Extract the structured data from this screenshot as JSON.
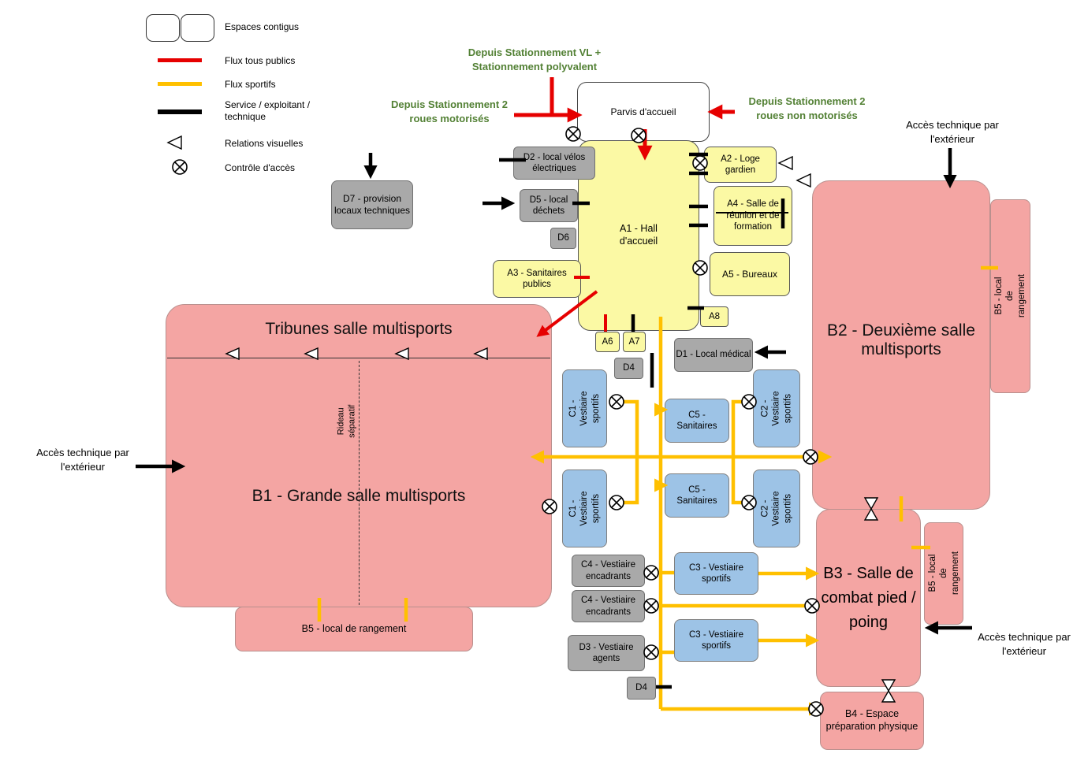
{
  "colors": {
    "flux_tous_publics": "#E60000",
    "flux_sportifs": "#FFC000",
    "service_technique": "#000000",
    "espaces_accueil": "#FBF9A4",
    "espaces_sportifs": "#F4A5A3",
    "espaces_vestiaires": "#9DC3E6",
    "espaces_service": "#A9A9A9",
    "annotation_verte": "#538135"
  },
  "legend": {
    "espaces_contigus": "Espaces contigus",
    "flux_tous_publics": "Flux tous publics",
    "flux_sportifs": "Flux sportifs",
    "service": "Service / exploitant / technique",
    "relations_visuelles": "Relations visuelles",
    "controle_acces": "Contrôle d'accès"
  },
  "annotations": {
    "depuis_stationnement_vl": "Depuis Stationnement VL + Stationnement polyvalent",
    "depuis_stationnement_motorises": "Depuis Stationnement 2 roues motorisés",
    "depuis_stationnement_non_motorises": "Depuis Stationnement 2 roues non motorisés",
    "acces_technique_haut_droite": "Accès technique par l'extérieur",
    "acces_technique_gauche": "Accès technique par l'extérieur",
    "acces_technique_bas_droite": "Accès technique par l'extérieur"
  },
  "nodes": {
    "parvis": {
      "label": "Parvis d'accueil"
    },
    "a1": {
      "label": "A1 - Hall d'accueil"
    },
    "a2": {
      "label": "A2 - Loge gardien"
    },
    "a3": {
      "label": "A3 - Sanitaires publics"
    },
    "a4": {
      "label": "A4 - Salle de réunion et de formation"
    },
    "a5": {
      "label": "A5 - Bureaux"
    },
    "a6": {
      "label": "A6"
    },
    "a7": {
      "label": "A7"
    },
    "a8": {
      "label": "A8"
    },
    "d1": {
      "label": "D1 - Local médical"
    },
    "d2": {
      "label": "D2 - local vélos électriques"
    },
    "d3": {
      "label": "D3 - Vestiaire agents"
    },
    "d4_haut": {
      "label": "D4"
    },
    "d4_bas": {
      "label": "D4"
    },
    "d5": {
      "label": "D5 - local déchets"
    },
    "d6": {
      "label": "D6"
    },
    "d7": {
      "label": "D7 - provision locaux techniques"
    },
    "tribunes": {
      "label": "Tribunes salle multisports"
    },
    "rideau": {
      "label": "Rideau séparatif"
    },
    "b1": {
      "label": "B1 - Grande salle multisports"
    },
    "b2": {
      "label": "B2 - Deuxième salle multisports"
    },
    "b3": {
      "label": "B3 - Salle de combat pied / poing"
    },
    "b4": {
      "label": "B4 - Espace préparation physique"
    },
    "b5_b1": {
      "label": "B5 - local de rangement"
    },
    "b5_b2": {
      "label": "B5 - local de rangement"
    },
    "b5_b3": {
      "label": "B5 - local de rangement"
    },
    "c1_haut": {
      "label": "C1 - Vestiaire sportifs"
    },
    "c1_bas": {
      "label": "C1 - Vestiaire sportifs"
    },
    "c2_haut": {
      "label": "C2 - Vestiaire sportifs"
    },
    "c2_bas": {
      "label": "C2 - Vestiaire sportifs"
    },
    "c3_haut": {
      "label": "C3 - Vestiaire sportifs"
    },
    "c3_bas": {
      "label": "C3 - Vestiaire sportifs"
    },
    "c4_haut": {
      "label": "C4 - Vestiaire encadrants"
    },
    "c4_bas": {
      "label": "C4 - Vestiaire encadrants"
    },
    "c5_haut": {
      "label": "C5 - Sanitaires"
    },
    "c5_bas": {
      "label": "C5 - Sanitaires"
    }
  }
}
